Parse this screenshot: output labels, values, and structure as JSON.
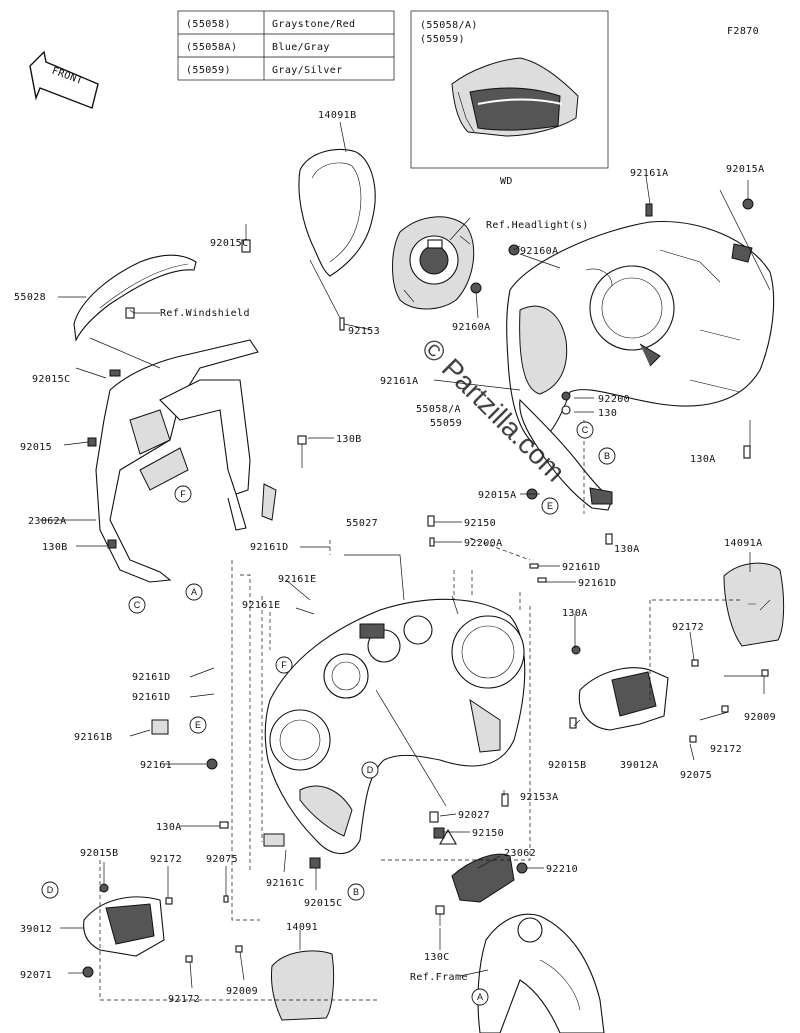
{
  "figure_code": "F2870",
  "color_table": {
    "rows": [
      {
        "code": "(55058)",
        "color": "Graystone/Red"
      },
      {
        "code": "(55058A)",
        "color": "Blue/Gray"
      },
      {
        "code": "(55059)",
        "color": "Gray/Silver"
      }
    ]
  },
  "inset": {
    "codes": [
      "(55058/A)",
      "(55059)"
    ],
    "caption": "WD"
  },
  "front_arrow": "FRONT",
  "watermark": "© Partzilla.com",
  "refs": {
    "headlight": "Ref.Headlight(s)",
    "windshield": "Ref.Windshield",
    "frame": "Ref.Frame"
  },
  "labels": {
    "l14091B": "14091B",
    "l92161A_top": "92161A",
    "l92015A_top": "92015A",
    "l92015C_a": "92015C",
    "l55028": "55028",
    "l92160A_a": "92160A",
    "l92160A_b": "92160A",
    "l92153": "92153",
    "l92015C_b": "92015C",
    "l92161A_mid": "92161A",
    "l92200": "92200",
    "l130_a": "130",
    "l55058": "55058/A",
    "l55059": "55059",
    "l92015_left": "92015",
    "l130B_a": "130B",
    "l130A_right": "130A",
    "l92015A_mid": "92015A",
    "l23062A": "23062A",
    "l130B_b": "130B",
    "l92161D_a": "92161D",
    "l92150_a": "92150",
    "l55027": "55027",
    "l92200A": "92200A",
    "l130A_mid": "130A",
    "l92161E_a": "92161E",
    "l92161D_b": "92161D",
    "l92161D_c": "92161D",
    "l14091A": "14091A",
    "l92161E_b": "92161E",
    "l130A_b": "130A",
    "l92172_a": "92172",
    "l92161D_d": "92161D",
    "l92161D_e": "92161D",
    "l92009_a": "92009",
    "l92161B": "92161B",
    "l92015B_a": "92015B",
    "l39012A": "39012A",
    "l92172_b": "92172",
    "l92161": "92161",
    "l92075_a": "92075",
    "l92153A": "92153A",
    "l130A_c": "130A",
    "l92027": "92027",
    "l92150_b": "92150",
    "l23062": "23062",
    "l92015B_b": "92015B",
    "l92172_c": "92172",
    "l92075_b": "92075",
    "l92210": "92210",
    "l92161C": "92161C",
    "l92015C_c": "92015C",
    "l39012": "39012",
    "l14091": "14091",
    "l130C": "130C",
    "l92071": "92071",
    "l92172_d": "92172",
    "l92009_b": "92009"
  },
  "callouts": {
    "A": "A",
    "B": "B",
    "C": "C",
    "D": "D",
    "E": "E",
    "F": "F"
  }
}
